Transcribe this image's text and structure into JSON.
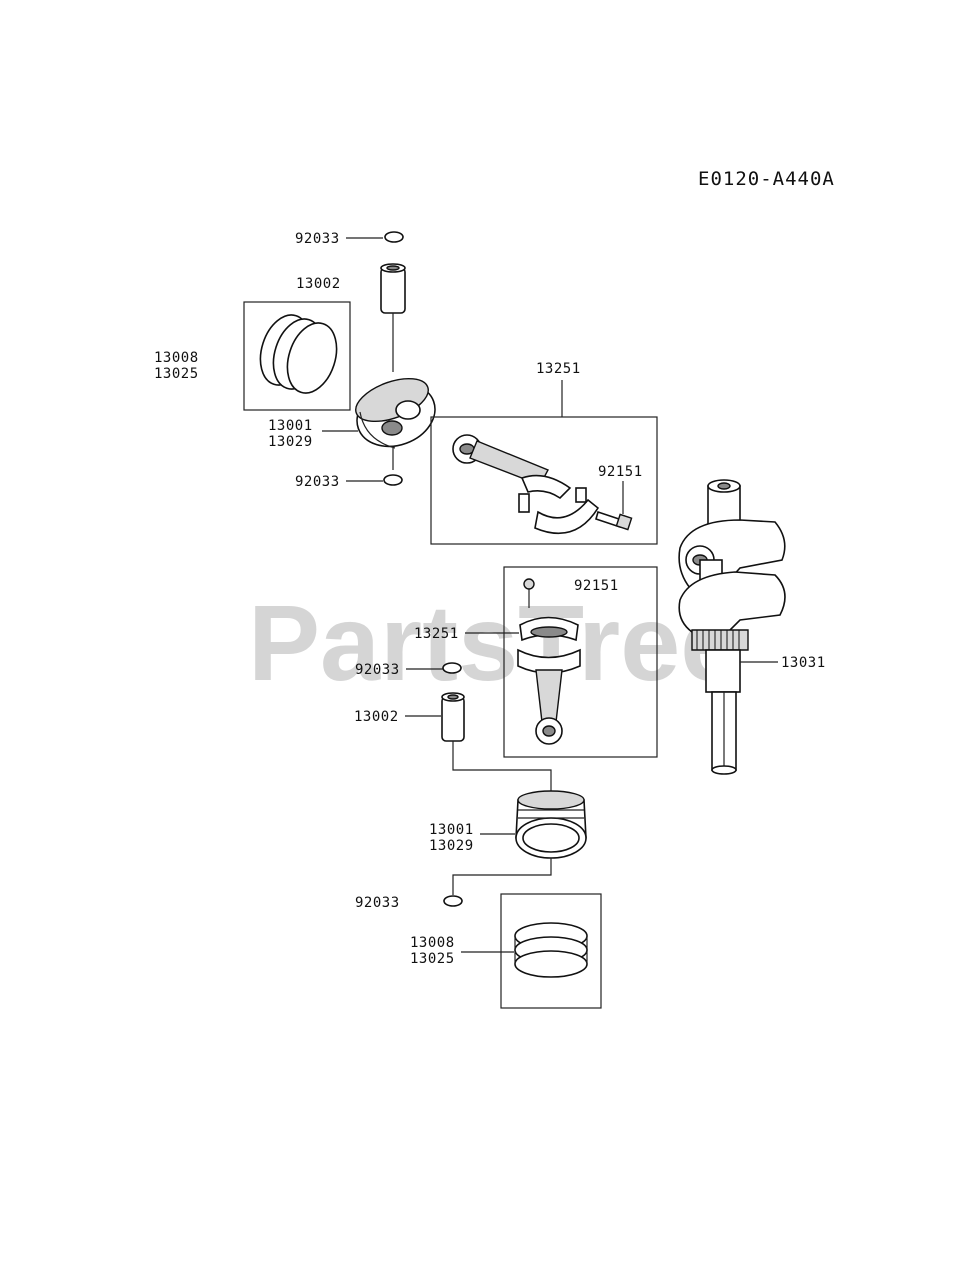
{
  "diagram_code": "E0120-A440A",
  "watermark": "PartsTree",
  "labels": {
    "top_clip_upper": "92033",
    "top_pin": "13002",
    "top_rings_a": "13008",
    "top_rings_b": "13025",
    "top_piston_a": "13001",
    "top_piston_b": "13029",
    "top_clip_lower": "92033",
    "top_rod": "13251",
    "top_bolt": "92151",
    "crankshaft": "13031",
    "bottom_bolt": "92151",
    "bottom_rod": "13251",
    "bottom_clip_upper": "92033",
    "bottom_pin": "13002",
    "bottom_piston_a": "13001",
    "bottom_piston_b": "13029",
    "bottom_clip_lower": "92033",
    "bottom_rings_a": "13008",
    "bottom_rings_b": "13025"
  }
}
